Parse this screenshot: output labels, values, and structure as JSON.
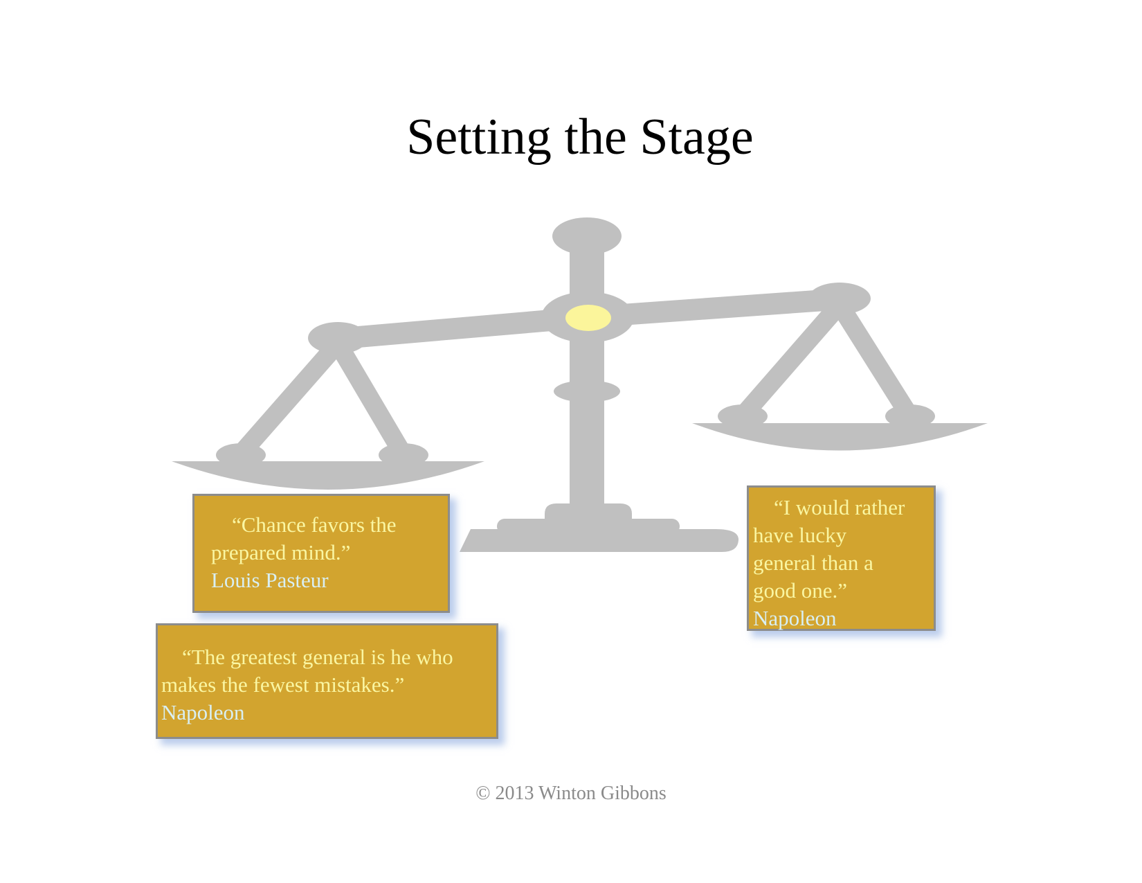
{
  "title": "Setting the Stage",
  "copyright": "© 2013 Winton Gibbons",
  "colors": {
    "box_fill": "#D2A42F",
    "box_border": "#8C8C8C",
    "quote_text": "#FAF6A2",
    "attribution_text": "#D9EFF2",
    "scale_gray": "#C0C0C0",
    "pivot_highlight": "#FBF59B",
    "title_text": "#000000",
    "copyright_text": "#8A8A8A",
    "box_shadow": "#96B2E2"
  },
  "quotes": [
    {
      "text": "“Chance favors the prepared mind.”",
      "attribution": "Louis Pasteur",
      "lines": [
        "“Chance favors the",
        "prepared mind.”"
      ]
    },
    {
      "text": "“The greatest general is he who makes the fewest mistakes.”",
      "attribution": "Napoleon",
      "lines": [
        "“The greatest general is he who",
        "makes the fewest mistakes.”"
      ]
    },
    {
      "text": "“I would rather have lucky general than a good one.”",
      "attribution": "Napoleon",
      "lines": [
        "“I would rather",
        "have lucky",
        "general than a",
        "good one.”"
      ]
    }
  ],
  "graphic": {
    "name": "balance scale, left pan lower than right pan"
  }
}
